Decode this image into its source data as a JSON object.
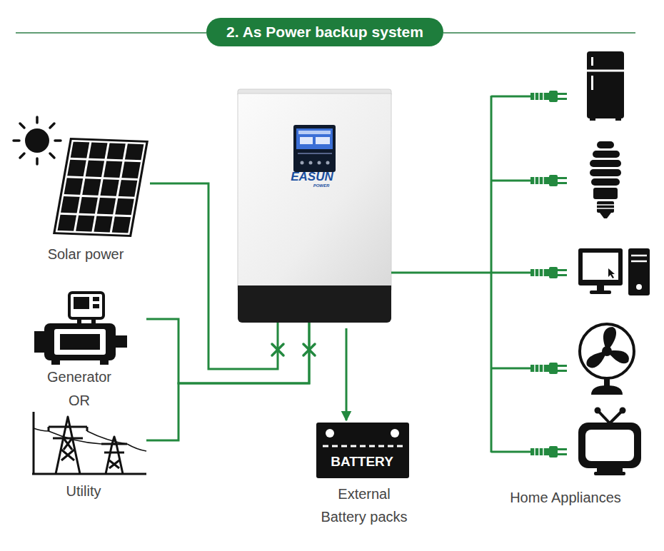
{
  "diagram": {
    "title": "2. As Power backup system",
    "nodes": [
      {
        "text": [
          "Solar power"
        ]
      },
      {
        "text": [
          "Generator"
        ]
      },
      {
        "text": [
          "Utility"
        ]
      },
      {
        "text": [
          "EASUN",
          "POWER"
        ]
      },
      {
        "text": [
          "BATTERY",
          "External Battery packs"
        ]
      },
      {
        "text": [
          "Home Appliances"
        ]
      }
    ],
    "edges": [
      {
        "from": 0,
        "to": 3,
        "arrow": "none"
      },
      {
        "from": 1,
        "to": 3,
        "arrow": "none"
      },
      {
        "from": 2,
        "to": 3,
        "arrow": "none"
      },
      {
        "from": 3,
        "to": 4,
        "arrow": "to"
      },
      {
        "from": 3,
        "to": 5,
        "arrow": "none"
      }
    ],
    "labels": [
      "OR"
    ]
  }
}
